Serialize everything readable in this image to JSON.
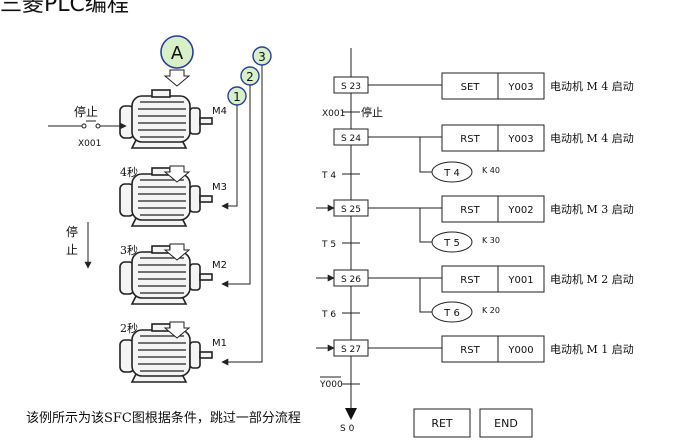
{
  "title": "三菱PLC编程",
  "left": {
    "markers": [
      "A",
      "1",
      "2",
      "3"
    ],
    "stop_label": "停止",
    "stop_input": "X001",
    "side_stop": [
      "停",
      "止"
    ],
    "motors": [
      {
        "name": "M4",
        "delay_label": "4秒"
      },
      {
        "name": "M3",
        "delay_label": "3秒"
      },
      {
        "name": "M2",
        "delay_label": "2秒"
      },
      {
        "name": "M1",
        "delay_label": ""
      }
    ]
  },
  "right": {
    "stop_transition": {
      "input": "X001",
      "label": "停止"
    },
    "steps": [
      {
        "step": "S 23",
        "op": "SET",
        "dev": "Y003",
        "desc": "电动机 M 4 启动"
      },
      {
        "step": "S 24",
        "op": "RST",
        "dev": "Y003",
        "desc": "电动机 M 4 启动",
        "timer": "T 4",
        "k": "K 40",
        "transition": "T 4"
      },
      {
        "step": "S 25",
        "op": "RST",
        "dev": "Y002",
        "desc": "电动机 M 3 启动",
        "timer": "T 5",
        "k": "K 30",
        "transition": "T 5"
      },
      {
        "step": "S 26",
        "op": "RST",
        "dev": "Y001",
        "desc": "电动机 M 2 启动",
        "timer": "T 6",
        "k": "K 20",
        "transition": "T 6"
      },
      {
        "step": "S 27",
        "op": "RST",
        "dev": "Y000",
        "desc": "电动机 M 1 启动"
      }
    ],
    "final_transition": "Y000",
    "end_step": "S 0",
    "buttons": [
      "RET",
      "END"
    ]
  },
  "note": "该例所示为该SFC图根据条件，跳过一部分流程"
}
